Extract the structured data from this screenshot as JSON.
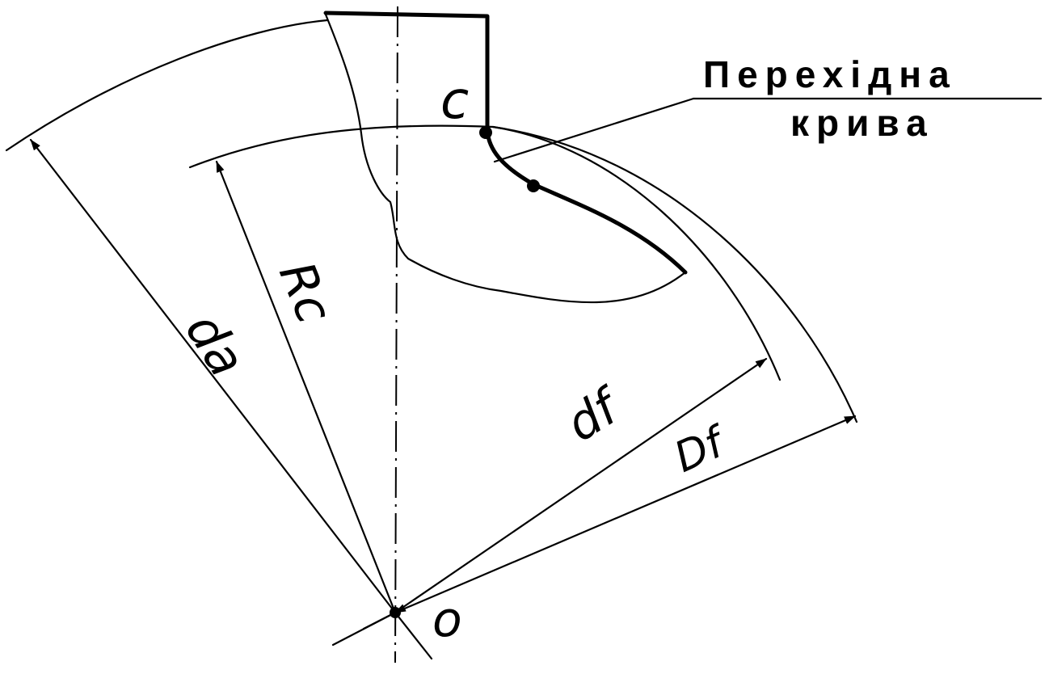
{
  "labels": {
    "da": "da",
    "rc": "Rc",
    "df": "df",
    "Df": "Df",
    "o": "o",
    "c": "c"
  },
  "callout": {
    "line1": "Перехідна",
    "line2": "крива"
  }
}
